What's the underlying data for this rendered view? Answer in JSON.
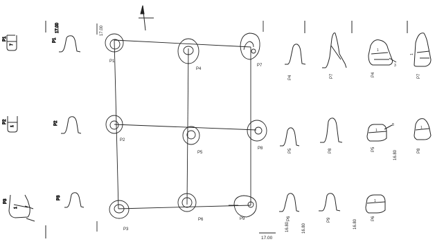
{
  "plan": {
    "posts": [
      {
        "id": "p1",
        "label": "P1"
      },
      {
        "id": "p2",
        "label": "P2"
      },
      {
        "id": "p3",
        "label": "P3"
      },
      {
        "id": "p4",
        "label": "P4"
      },
      {
        "id": "p5",
        "label": "P5"
      },
      {
        "id": "p6",
        "label": "P6"
      },
      {
        "id": "p7",
        "label": "P7"
      },
      {
        "id": "p8",
        "label": "P8"
      },
      {
        "id": "p9",
        "label": "P9"
      }
    ],
    "elevation_top": "17.00",
    "elevation_bottom": "17.00",
    "north_arrow_icon": "north-arrow-icon"
  },
  "left_sections": {
    "col_a": [
      {
        "label": "P1",
        "inner": "7"
      },
      {
        "label": "P2",
        "inner": "1"
      },
      {
        "label": "P3",
        "inner": "1"
      }
    ],
    "col_b": [
      {
        "label": "P1"
      },
      {
        "label": "P2"
      },
      {
        "label": "P3"
      }
    ],
    "col_b_elevation": "17.00"
  },
  "right_sections": {
    "col_1": [
      {
        "label": "P4"
      },
      {
        "label": "P5"
      },
      {
        "label": "P6"
      }
    ],
    "col_2": [
      {
        "label": "P7"
      },
      {
        "label": "P8"
      },
      {
        "label": "P9"
      }
    ],
    "col_3": [
      {
        "label": "P4",
        "inner": "1",
        "extra": "3"
      },
      {
        "label": "P5",
        "inner": "1",
        "extra": "8"
      },
      {
        "label": "P6",
        "inner": "1"
      }
    ],
    "col_4": [
      {
        "label": "P7",
        "inner": "1"
      },
      {
        "label": "P8",
        "inner": "1"
      }
    ],
    "elevations": [
      "16.80",
      "16.80",
      "16.80",
      "16.80"
    ]
  }
}
